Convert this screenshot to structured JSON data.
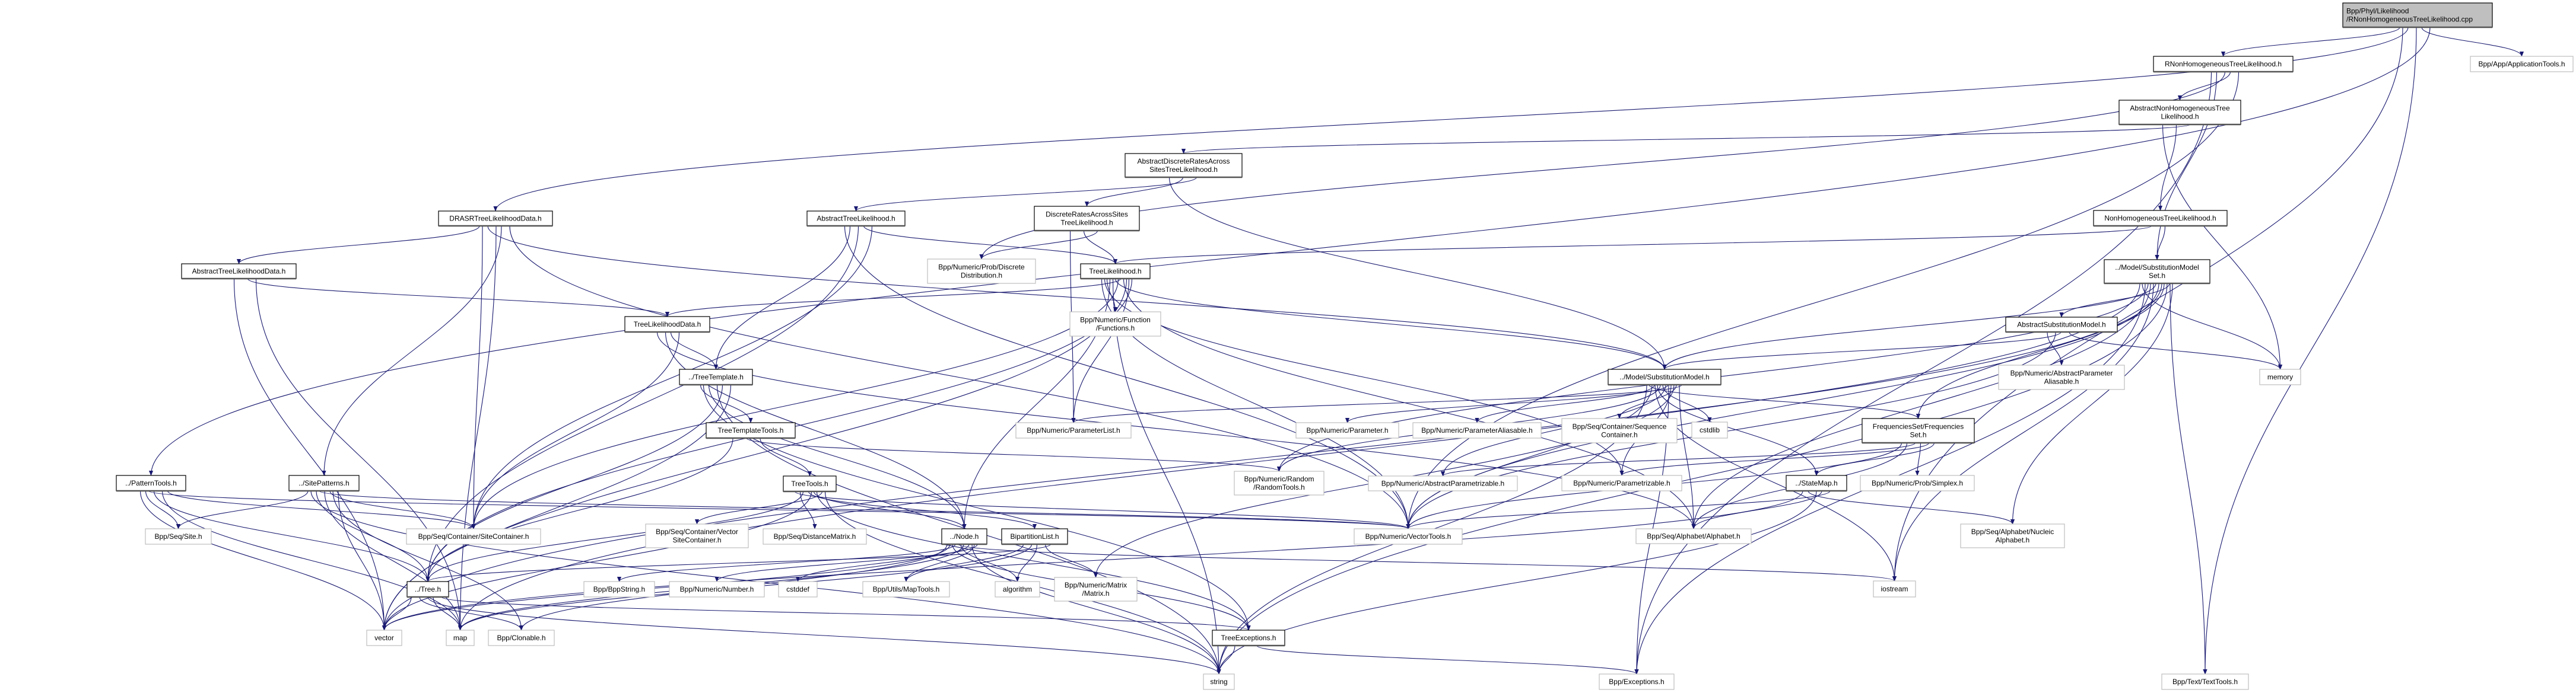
{
  "graph": {
    "colors": {
      "edge": "#191970",
      "root_fill": "#bfbfbf",
      "external_border": "#bfbfbf",
      "documented_border": "#000000"
    },
    "nodes": [
      {
        "id": "root",
        "kind": "root",
        "lines": [
          "Bpp/Phyl/Likelihood",
          "/RNonHomogeneousTreeLikelihood.cpp"
        ]
      },
      {
        "id": "rnh",
        "kind": "doc",
        "lines": [
          "RNonHomogeneousTreeLikelihood.h"
        ]
      },
      {
        "id": "app",
        "kind": "ext",
        "lines": [
          "Bpp/App/ApplicationTools.h"
        ]
      },
      {
        "id": "anh",
        "kind": "doc",
        "lines": [
          "AbstractNonHomogeneousTree",
          "Likelihood.h"
        ]
      },
      {
        "id": "nhtl",
        "kind": "doc",
        "lines": [
          "NonHomogeneousTreeLikelihood.h"
        ]
      },
      {
        "id": "sms",
        "kind": "doc",
        "lines": [
          "../Model/SubstitutionModel",
          "Set.h"
        ]
      },
      {
        "id": "asm",
        "kind": "doc",
        "lines": [
          "AbstractSubstitutionModel.h"
        ]
      },
      {
        "id": "apa",
        "kind": "ext",
        "lines": [
          "Bpp/Numeric/AbstractParameter",
          "Aliasable.h"
        ]
      },
      {
        "id": "memory",
        "kind": "ext",
        "lines": [
          "memory"
        ]
      },
      {
        "id": "sm",
        "kind": "doc",
        "lines": [
          "../Model/SubstitutionModel.h"
        ]
      },
      {
        "id": "seqc",
        "kind": "ext",
        "lines": [
          "Bpp/Seq/Container/Sequence",
          "Container.h"
        ]
      },
      {
        "id": "cstdlib",
        "kind": "ext",
        "lines": [
          "cstdlib"
        ]
      },
      {
        "id": "freq",
        "kind": "doc",
        "lines": [
          "FrequenciesSet/Frequencies",
          "Set.h"
        ]
      },
      {
        "id": "parametrizable",
        "kind": "ext",
        "lines": [
          "Bpp/Numeric/Parametrizable.h"
        ]
      },
      {
        "id": "statemap",
        "kind": "doc",
        "lines": [
          "../StateMap.h"
        ]
      },
      {
        "id": "simplex",
        "kind": "ext",
        "lines": [
          "Bpp/Numeric/Prob/Simplex.h"
        ]
      },
      {
        "id": "alphabet",
        "kind": "ext",
        "lines": [
          "Bpp/Seq/Alphabet/Alphabet.h"
        ]
      },
      {
        "id": "nucleic",
        "kind": "ext",
        "lines": [
          "Bpp/Seq/Alphabet/Nucleic",
          "Alphabet.h"
        ]
      },
      {
        "id": "iostream",
        "kind": "ext",
        "lines": [
          "iostream"
        ]
      },
      {
        "id": "exceptions",
        "kind": "ext",
        "lines": [
          "Bpp/Exceptions.h"
        ]
      },
      {
        "id": "texttools",
        "kind": "ext",
        "lines": [
          "Bpp/Text/TextTools.h"
        ]
      },
      {
        "id": "adras",
        "kind": "doc",
        "lines": [
          "AbstractDiscreteRatesAcross",
          "SitesTreeLikelihood.h"
        ]
      },
      {
        "id": "atl",
        "kind": "doc",
        "lines": [
          "AbstractTreeLikelihood.h"
        ]
      },
      {
        "id": "drastl",
        "kind": "doc",
        "lines": [
          "DiscreteRatesAcrossSites",
          "TreeLikelihood.h"
        ]
      },
      {
        "id": "discdist",
        "kind": "ext",
        "lines": [
          "Bpp/Numeric/Prob/Discrete",
          "Distribution.h"
        ]
      },
      {
        "id": "tl",
        "kind": "doc",
        "lines": [
          "TreeLikelihood.h"
        ]
      },
      {
        "id": "functions",
        "kind": "ext",
        "lines": [
          "Bpp/Numeric/Function",
          "/Functions.h"
        ]
      },
      {
        "id": "paramlist",
        "kind": "ext",
        "lines": [
          "Bpp/Numeric/ParameterList.h"
        ]
      },
      {
        "id": "parameter",
        "kind": "ext",
        "lines": [
          "Bpp/Numeric/Parameter.h"
        ]
      },
      {
        "id": "paramalias",
        "kind": "ext",
        "lines": [
          "Bpp/Numeric/ParameterAliasable.h"
        ]
      },
      {
        "id": "random",
        "kind": "ext",
        "lines": [
          "Bpp/Numeric/Random",
          "/RandomTools.h"
        ]
      },
      {
        "id": "absparam",
        "kind": "ext",
        "lines": [
          "Bpp/Numeric/AbstractParametrizable.h"
        ]
      },
      {
        "id": "treetools",
        "kind": "doc",
        "lines": [
          "TreeTools.h"
        ]
      },
      {
        "id": "ttt",
        "kind": "doc",
        "lines": [
          "TreeTemplateTools.h"
        ]
      },
      {
        "id": "distmat",
        "kind": "ext",
        "lines": [
          "Bpp/Seq/DistanceMatrix.h"
        ]
      },
      {
        "id": "node",
        "kind": "doc",
        "lines": [
          "../Node.h"
        ]
      },
      {
        "id": "bip",
        "kind": "doc",
        "lines": [
          "BipartitionList.h"
        ]
      },
      {
        "id": "vectortools",
        "kind": "ext",
        "lines": [
          "Bpp/Numeric/VectorTools.h"
        ]
      },
      {
        "id": "cstddef",
        "kind": "ext",
        "lines": [
          "cstddef"
        ]
      },
      {
        "id": "maptools",
        "kind": "ext",
        "lines": [
          "Bpp/Utils/MapTools.h"
        ]
      },
      {
        "id": "algorithm",
        "kind": "ext",
        "lines": [
          "algorithm"
        ]
      },
      {
        "id": "matrix",
        "kind": "ext",
        "lines": [
          "Bpp/Numeric/Matrix",
          "/Matrix.h"
        ]
      },
      {
        "id": "treeexc",
        "kind": "doc",
        "lines": [
          "TreeExceptions.h"
        ]
      },
      {
        "id": "string",
        "kind": "ext",
        "lines": [
          "string"
        ]
      },
      {
        "id": "drasr",
        "kind": "doc",
        "lines": [
          "DRASRTreeLikelihoodData.h"
        ]
      },
      {
        "id": "atld",
        "kind": "doc",
        "lines": [
          "AbstractTreeLikelihoodData.h"
        ]
      },
      {
        "id": "tld",
        "kind": "doc",
        "lines": [
          "TreeLikelihoodData.h"
        ]
      },
      {
        "id": "treetemplate",
        "kind": "doc",
        "lines": [
          "../TreeTemplate.h"
        ]
      },
      {
        "id": "patterntools",
        "kind": "doc",
        "lines": [
          "../PatternTools.h"
        ]
      },
      {
        "id": "sitepatterns",
        "kind": "doc",
        "lines": [
          "../SitePatterns.h"
        ]
      },
      {
        "id": "site",
        "kind": "ext",
        "lines": [
          "Bpp/Seq/Site.h"
        ]
      },
      {
        "id": "sitecont",
        "kind": "ext",
        "lines": [
          "Bpp/Seq/Container/SiteContainer.h"
        ]
      },
      {
        "id": "vsc",
        "kind": "ext",
        "lines": [
          "Bpp/Seq/Container/Vector",
          "SiteContainer.h"
        ]
      },
      {
        "id": "tree",
        "kind": "doc",
        "lines": [
          "../Tree.h"
        ]
      },
      {
        "id": "bppstring",
        "kind": "ext",
        "lines": [
          "Bpp/BppString.h"
        ]
      },
      {
        "id": "number",
        "kind": "ext",
        "lines": [
          "Bpp/Numeric/Number.h"
        ]
      },
      {
        "id": "vector",
        "kind": "ext",
        "lines": [
          "vector"
        ]
      },
      {
        "id": "map",
        "kind": "ext",
        "lines": [
          "map"
        ]
      },
      {
        "id": "clonable",
        "kind": "ext",
        "lines": [
          "Bpp/Clonable.h"
        ]
      }
    ],
    "edges": [
      [
        "root",
        "rnh"
      ],
      [
        "root",
        "app"
      ],
      [
        "root",
        "drasr"
      ],
      [
        "root",
        "patterntools"
      ],
      [
        "root",
        "texttools"
      ],
      [
        "root",
        "iostream"
      ],
      [
        "rnh",
        "anh"
      ],
      [
        "rnh",
        "sms"
      ],
      [
        "rnh",
        "vectortools"
      ],
      [
        "rnh",
        "discdist"
      ],
      [
        "rnh",
        "exceptions"
      ],
      [
        "anh",
        "adras"
      ],
      [
        "anh",
        "nhtl"
      ],
      [
        "anh",
        "memory"
      ],
      [
        "nhtl",
        "sms"
      ],
      [
        "nhtl",
        "tl"
      ],
      [
        "adras",
        "atl"
      ],
      [
        "adras",
        "drastl"
      ],
      [
        "adras",
        "sm"
      ],
      [
        "atl",
        "tl"
      ],
      [
        "atl",
        "treetemplate"
      ],
      [
        "atl",
        "sitecont"
      ],
      [
        "atl",
        "tree"
      ],
      [
        "atl",
        "vectortools"
      ],
      [
        "drastl",
        "discdist"
      ],
      [
        "drastl",
        "tl"
      ],
      [
        "drastl",
        "paramlist"
      ],
      [
        "tl",
        "tld"
      ],
      [
        "tl",
        "functions"
      ],
      [
        "tl",
        "paramlist"
      ],
      [
        "tl",
        "sm"
      ],
      [
        "tl",
        "vectortools"
      ],
      [
        "tl",
        "alphabet"
      ],
      [
        "tl",
        "node"
      ],
      [
        "tl",
        "tree"
      ],
      [
        "tl",
        "sitecont"
      ],
      [
        "tl",
        "parametrizable"
      ],
      [
        "tl",
        "vector"
      ],
      [
        "tl",
        "string"
      ],
      [
        "drasr",
        "atld"
      ],
      [
        "drasr",
        "sitepatterns"
      ],
      [
        "drasr",
        "sm"
      ],
      [
        "drasr",
        "vectortools"
      ],
      [
        "drasr",
        "map"
      ],
      [
        "drasr",
        "sitecont"
      ],
      [
        "atld",
        "tld"
      ],
      [
        "atld",
        "vector"
      ],
      [
        "atld",
        "map"
      ],
      [
        "tld",
        "treetemplate"
      ],
      [
        "tld",
        "alphabet"
      ],
      [
        "tld",
        "sitecont"
      ],
      [
        "tld",
        "node"
      ],
      [
        "treetemplate",
        "ttt"
      ],
      [
        "treetemplate",
        "tree"
      ],
      [
        "treetemplate",
        "node"
      ],
      [
        "treetemplate",
        "vector"
      ],
      [
        "treetemplate",
        "string"
      ],
      [
        "treetemplate",
        "treeexc"
      ],
      [
        "ttt",
        "treetools"
      ],
      [
        "ttt",
        "random"
      ],
      [
        "ttt",
        "tree"
      ],
      [
        "treetools",
        "node"
      ],
      [
        "treetools",
        "distmat"
      ],
      [
        "treetools",
        "vsc"
      ],
      [
        "treetools",
        "bip"
      ],
      [
        "treetools",
        "vectortools"
      ],
      [
        "treetools",
        "treeexc"
      ],
      [
        "treetools",
        "tree"
      ],
      [
        "treetools",
        "string"
      ],
      [
        "treetools",
        "vector"
      ],
      [
        "node",
        "treeexc"
      ],
      [
        "node",
        "maptools"
      ],
      [
        "node",
        "algorithm"
      ],
      [
        "node",
        "clonable"
      ],
      [
        "node",
        "cstddef"
      ],
      [
        "node",
        "bppstring"
      ],
      [
        "node",
        "number"
      ],
      [
        "node",
        "map"
      ],
      [
        "node",
        "vector"
      ],
      [
        "node",
        "string"
      ],
      [
        "node",
        "iostream"
      ],
      [
        "bip",
        "tree"
      ],
      [
        "bip",
        "algorithm"
      ],
      [
        "bip",
        "maptools"
      ],
      [
        "bip",
        "matrix"
      ],
      [
        "bip",
        "map"
      ],
      [
        "tree",
        "vector"
      ],
      [
        "tree",
        "map"
      ],
      [
        "tree",
        "clonable"
      ],
      [
        "tree",
        "treeexc"
      ],
      [
        "tree",
        "string"
      ],
      [
        "treeexc",
        "string"
      ],
      [
        "treeexc",
        "exceptions"
      ],
      [
        "patterntools",
        "site"
      ],
      [
        "patterntools",
        "sitecont"
      ],
      [
        "patterntools",
        "tree"
      ],
      [
        "patterntools",
        "vector"
      ],
      [
        "patterntools",
        "map"
      ],
      [
        "patterntools",
        "vectortools"
      ],
      [
        "sitepatterns",
        "site"
      ],
      [
        "sitepatterns",
        "sitecont"
      ],
      [
        "sitepatterns",
        "tree"
      ],
      [
        "sitepatterns",
        "vector"
      ],
      [
        "sitepatterns",
        "map"
      ],
      [
        "sitepatterns",
        "string"
      ],
      [
        "sitepatterns",
        "clonable"
      ],
      [
        "sitepatterns",
        "vectortools"
      ],
      [
        "sm",
        "paramlist"
      ],
      [
        "sm",
        "parameter"
      ],
      [
        "sm",
        "paramalias"
      ],
      [
        "sm",
        "seqc"
      ],
      [
        "sm",
        "cstdlib"
      ],
      [
        "sm",
        "freq"
      ],
      [
        "sm",
        "parametrizable"
      ],
      [
        "sm",
        "statemap"
      ],
      [
        "sm",
        "alphabet"
      ],
      [
        "sm",
        "absparam"
      ],
      [
        "sm",
        "vectortools"
      ],
      [
        "sm",
        "matrix"
      ],
      [
        "sm",
        "random"
      ],
      [
        "sm",
        "string"
      ],
      [
        "sm",
        "exceptions"
      ],
      [
        "sm",
        "iostream"
      ],
      [
        "sms",
        "asm"
      ],
      [
        "sms",
        "sm"
      ],
      [
        "sms",
        "memory"
      ],
      [
        "sms",
        "freq"
      ],
      [
        "sms",
        "alphabet"
      ],
      [
        "sms",
        "nucleic"
      ],
      [
        "sms",
        "vectortools"
      ],
      [
        "sms",
        "exceptions"
      ],
      [
        "sms",
        "string"
      ],
      [
        "sms",
        "iostream"
      ],
      [
        "sms",
        "map"
      ],
      [
        "sms",
        "vector"
      ],
      [
        "sms",
        "random"
      ],
      [
        "sms",
        "texttools"
      ],
      [
        "asm",
        "sm"
      ],
      [
        "asm",
        "apa"
      ],
      [
        "asm",
        "memory"
      ],
      [
        "asm",
        "vectortools"
      ],
      [
        "freq",
        "statemap"
      ],
      [
        "freq",
        "simplex"
      ],
      [
        "freq",
        "alphabet"
      ],
      [
        "freq",
        "parametrizable"
      ],
      [
        "freq",
        "absparam"
      ],
      [
        "freq",
        "vectortools"
      ],
      [
        "statemap",
        "alphabet"
      ],
      [
        "statemap",
        "nucleic"
      ],
      [
        "statemap",
        "vectortools"
      ],
      [
        "statemap",
        "string"
      ],
      [
        "statemap",
        "vector"
      ]
    ]
  }
}
